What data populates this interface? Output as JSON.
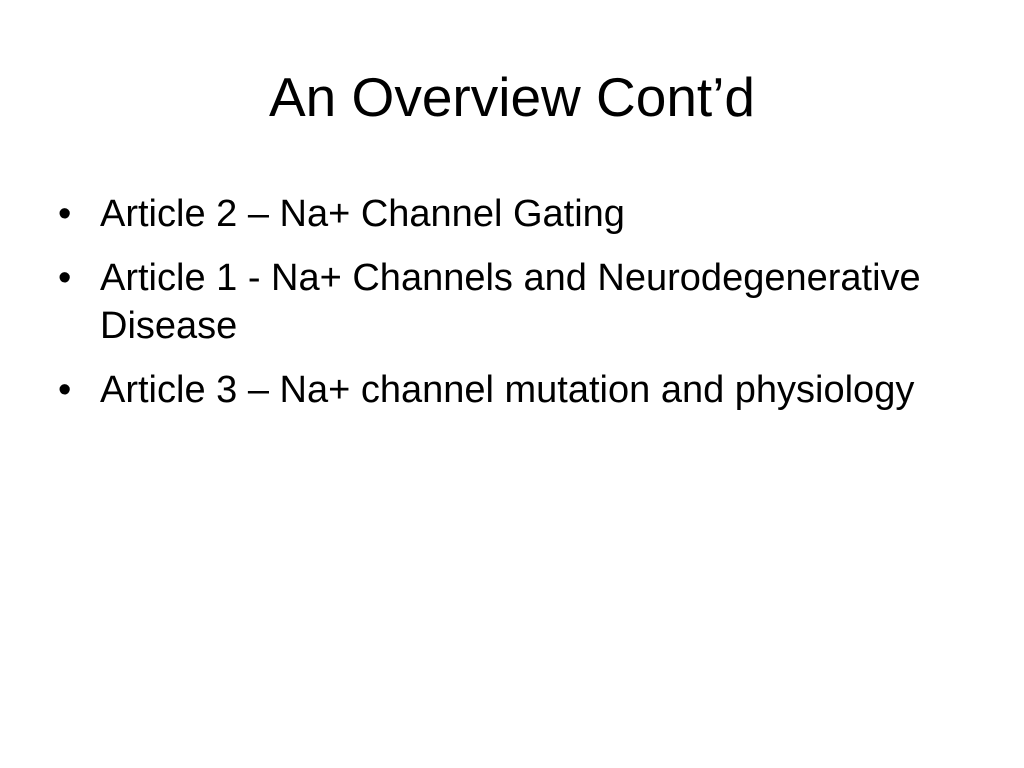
{
  "slide": {
    "title": "An Overview Cont’d",
    "bullet_glyph": "•",
    "bullets": [
      "Article 2 – Na+ Channel Gating",
      "Article 1 - Na+ Channels and Neurodegenerative Disease",
      "Article 3 – Na+ channel mutation and physiology"
    ]
  }
}
